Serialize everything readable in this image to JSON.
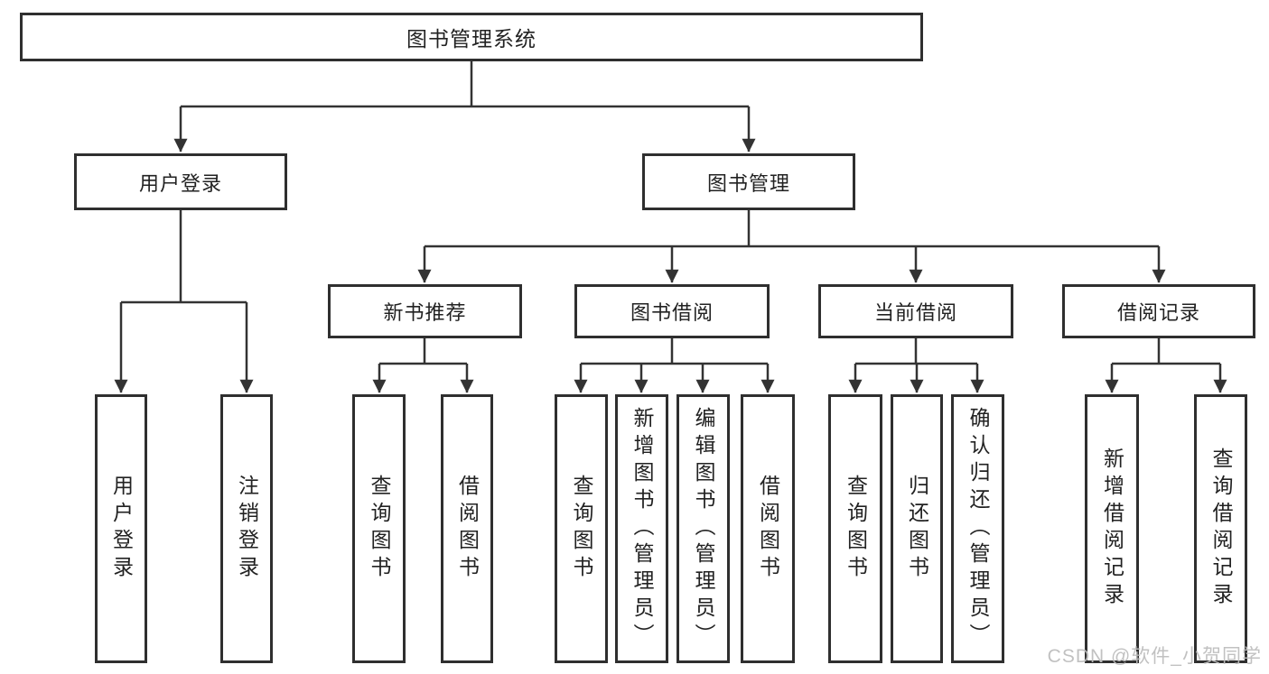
{
  "diagram": {
    "title": "图书管理系统",
    "watermark": "CSDN @软件_小贺同学",
    "colors": {
      "line": "#333333",
      "box_border": "#2f2f2f",
      "text": "#222222",
      "watermark": "#bebebe",
      "background": "#ffffff"
    },
    "nodes": [
      {
        "id": "root",
        "label": "图书管理系统",
        "level": 1,
        "parent": null
      },
      {
        "id": "user-login",
        "label": "用户登录",
        "level": 2,
        "parent": "root"
      },
      {
        "id": "book-mgmt",
        "label": "图书管理",
        "level": 2,
        "parent": "root"
      },
      {
        "id": "new-book-rec",
        "label": "新书推荐",
        "level": 3,
        "parent": "book-mgmt"
      },
      {
        "id": "book-borrow",
        "label": "图书借阅",
        "level": 3,
        "parent": "book-mgmt"
      },
      {
        "id": "current-borrow",
        "label": "当前借阅",
        "level": 3,
        "parent": "book-mgmt"
      },
      {
        "id": "borrow-records",
        "label": "借阅记录",
        "level": 3,
        "parent": "book-mgmt"
      },
      {
        "id": "leaf-user-login",
        "label": "用户登录",
        "level": 4,
        "parent": "user-login"
      },
      {
        "id": "leaf-logout",
        "label": "注销登录",
        "level": 4,
        "parent": "user-login"
      },
      {
        "id": "leaf-query-book-1",
        "label": "查询图书",
        "level": 4,
        "parent": "new-book-rec"
      },
      {
        "id": "leaf-borrow-book-1",
        "label": "借阅图书",
        "level": 4,
        "parent": "new-book-rec"
      },
      {
        "id": "leaf-query-book-2",
        "label": "查询图书",
        "level": 4,
        "parent": "book-borrow"
      },
      {
        "id": "leaf-add-book",
        "label": "新增图书（管理员）",
        "level": 4,
        "parent": "book-borrow"
      },
      {
        "id": "leaf-edit-book",
        "label": "编辑图书（管理员）",
        "level": 4,
        "parent": "book-borrow"
      },
      {
        "id": "leaf-borrow-book-2",
        "label": "借阅图书",
        "level": 4,
        "parent": "book-borrow"
      },
      {
        "id": "leaf-query-book-3",
        "label": "查询图书",
        "level": 4,
        "parent": "current-borrow"
      },
      {
        "id": "leaf-return-book",
        "label": "归还图书",
        "level": 4,
        "parent": "current-borrow"
      },
      {
        "id": "leaf-confirm-return",
        "label": "确认归还（管理员）",
        "level": 4,
        "parent": "current-borrow"
      },
      {
        "id": "leaf-add-borrow-record",
        "label": "新增借阅记录",
        "level": 4,
        "parent": "borrow-records"
      },
      {
        "id": "leaf-query-borrow-record",
        "label": "查询借阅记录",
        "level": 4,
        "parent": "borrow-records"
      }
    ]
  }
}
